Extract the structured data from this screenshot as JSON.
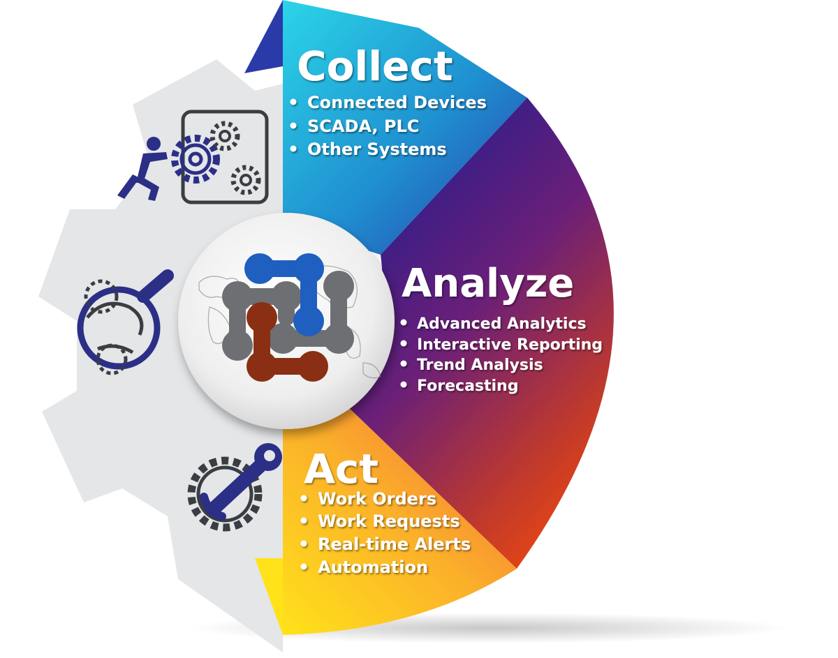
{
  "segments": {
    "collect": {
      "title": "Collect",
      "items": [
        "Connected Devices",
        "SCADA, PLC",
        "Other Systems"
      ],
      "colors": [
        "#2bd5e8",
        "#2a3aa8"
      ]
    },
    "analyze": {
      "title": "Analyze",
      "items": [
        "Advanced Analytics",
        "Interactive Reporting",
        "Trend Analysis",
        "Forecasting"
      ],
      "colors": [
        "#1f1d8f",
        "#6a1f78",
        "#c23a2a",
        "#f0490f"
      ]
    },
    "act": {
      "title": "Act",
      "items": [
        "Work Orders",
        "Work Requests",
        "Real-time Alerts",
        "Automation"
      ],
      "colors": [
        "#ffe21a",
        "#fbb02a",
        "#f26a3a"
      ]
    }
  },
  "icons": {
    "collect": "person-pushing-gears-icon",
    "analyze": "magnifier-gears-icon",
    "act": "wrench-gear-icon",
    "center": "hub-logo-icon"
  },
  "palette": {
    "gear": "#e4e6e8",
    "icon_dark": "#3a3d42",
    "icon_blue": "#2b2f86",
    "logo_blue": "#1f5fbf",
    "logo_gray": "#6d6f73",
    "logo_red": "#8a2f14"
  }
}
